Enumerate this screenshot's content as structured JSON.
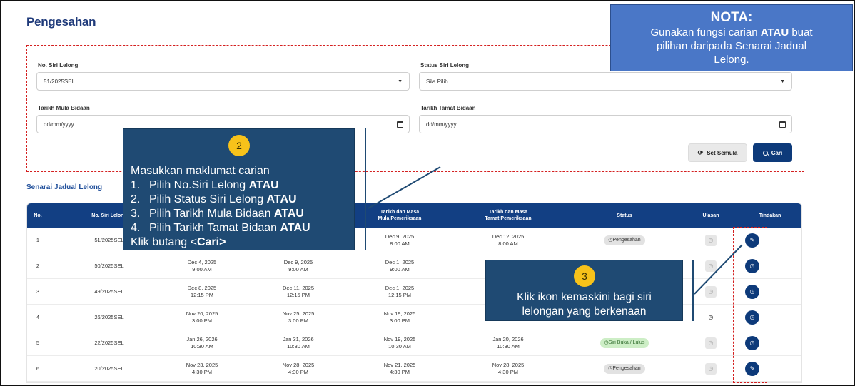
{
  "page": {
    "title": "Pengesahan"
  },
  "filters": {
    "siri_label": "No. Siri Lelong",
    "siri_value": "51/2025SEL",
    "status_label": "Status Siri Lelong",
    "status_value": "Sila Pilih",
    "mula_label": "Tarikh Mula Bidaan",
    "mula_value": "dd/mm/yyyy",
    "tamat_label": "Tarikh Tamat Bidaan",
    "tamat_value": "dd/mm/yyyy",
    "reset_label": "Set Semula",
    "search_label": "Cari"
  },
  "table": {
    "title": "Senarai Jadual Lelong",
    "headers": [
      "No.",
      "No. Siri Lelong",
      "",
      "",
      "Tarikh dan Masa\nMula Pemeriksaan",
      "Tarikh dan Masa\nTamat Pemeriksaan",
      "Status",
      "Ulasan",
      "Tindakan"
    ],
    "rows": [
      {
        "no": "1",
        "siri": "51/2025SEL",
        "mula_bidaan": "",
        "tamat_bidaan": "",
        "mula_periksa": "Dec 9, 2025\n8:00 AM",
        "tamat_periksa": "Dec 12, 2025\n8:00 AM",
        "status": "Pengesahan",
        "ulasan": "disabled",
        "action": "edit"
      },
      {
        "no": "2",
        "siri": "50/2025SEL",
        "mula_bidaan": "Dec 4, 2025\n9:00 AM",
        "tamat_bidaan": "Dec 9, 2025\n9:00 AM",
        "mula_periksa": "Dec 1, 2025\n9:00 AM",
        "tamat_periksa": "",
        "status": "",
        "ulasan": "disabled",
        "action": "view"
      },
      {
        "no": "3",
        "siri": "49/2025SEL",
        "mula_bidaan": "Dec 8, 2025\n12:15 PM",
        "tamat_bidaan": "Dec 11, 2025\n12:15 PM",
        "mula_periksa": "Dec 1, 2025\n12:15 PM",
        "tamat_periksa": "",
        "status": "",
        "ulasan": "disabled",
        "action": "view"
      },
      {
        "no": "4",
        "siri": "26/2025SEL",
        "mula_bidaan": "Nov 20, 2025\n3:00 PM",
        "tamat_bidaan": "Nov 25, 2025\n3:00 PM",
        "mula_periksa": "Nov 19, 2025\n3:00 PM",
        "tamat_periksa": "",
        "status": "",
        "ulasan": "active",
        "action": "view"
      },
      {
        "no": "5",
        "siri": "22/2025SEL",
        "mula_bidaan": "Jan 26, 2026\n10:30 AM",
        "tamat_bidaan": "Jan 31, 2026\n10:30 AM",
        "mula_periksa": "Nov 19, 2025\n10:30 AM",
        "tamat_periksa": "Jan 20, 2026\n10:30 AM",
        "status": "Siri Buka / Lulus",
        "ulasan": "disabled",
        "action": "view"
      },
      {
        "no": "6",
        "siri": "20/2025SEL",
        "mula_bidaan": "Nov 23, 2025\n4:30 PM",
        "tamat_bidaan": "Nov 28, 2025\n4:30 PM",
        "mula_periksa": "Nov 21, 2025\n4:30 PM",
        "tamat_periksa": "Nov 28, 2025\n4:30 PM",
        "status": "Pengesahan",
        "ulasan": "disabled",
        "action": "edit"
      }
    ]
  },
  "nota": {
    "title": "NOTA:",
    "line1_pre": "Gunakan fungsi carian ",
    "line1_bold": "ATAU",
    "line1_post": " buat",
    "line2": "pilihan daripada Senarai Jadual",
    "line3": "Lelong."
  },
  "callout2": {
    "number": "2",
    "intro": "Masukkan maklumat carian",
    "items": [
      {
        "n": "1.",
        "text": "Pilih No.Siri Lelong ",
        "bold": "ATAU"
      },
      {
        "n": "2.",
        "text": "Pilih Status Siri Lelong ",
        "bold": "ATAU"
      },
      {
        "n": "3.",
        "text": "Pilih Tarikh Mula Bidaan ",
        "bold": "ATAU"
      },
      {
        "n": "4.",
        "text": "Pilih Tarikh Tamat Bidaan ",
        "bold": "ATAU"
      }
    ],
    "closing_pre": "Klik butang <",
    "closing_bold": "Cari>"
  },
  "callout3": {
    "number": "3",
    "line1": "Klik ikon kemaskini bagi siri",
    "line2": "lelongan yang berkenaan"
  },
  "colors": {
    "primary": "#123f83",
    "callout": "#1f4a73",
    "nota": "#4a77c7",
    "badge": "#f7c21a",
    "dashed": "#d42020"
  }
}
